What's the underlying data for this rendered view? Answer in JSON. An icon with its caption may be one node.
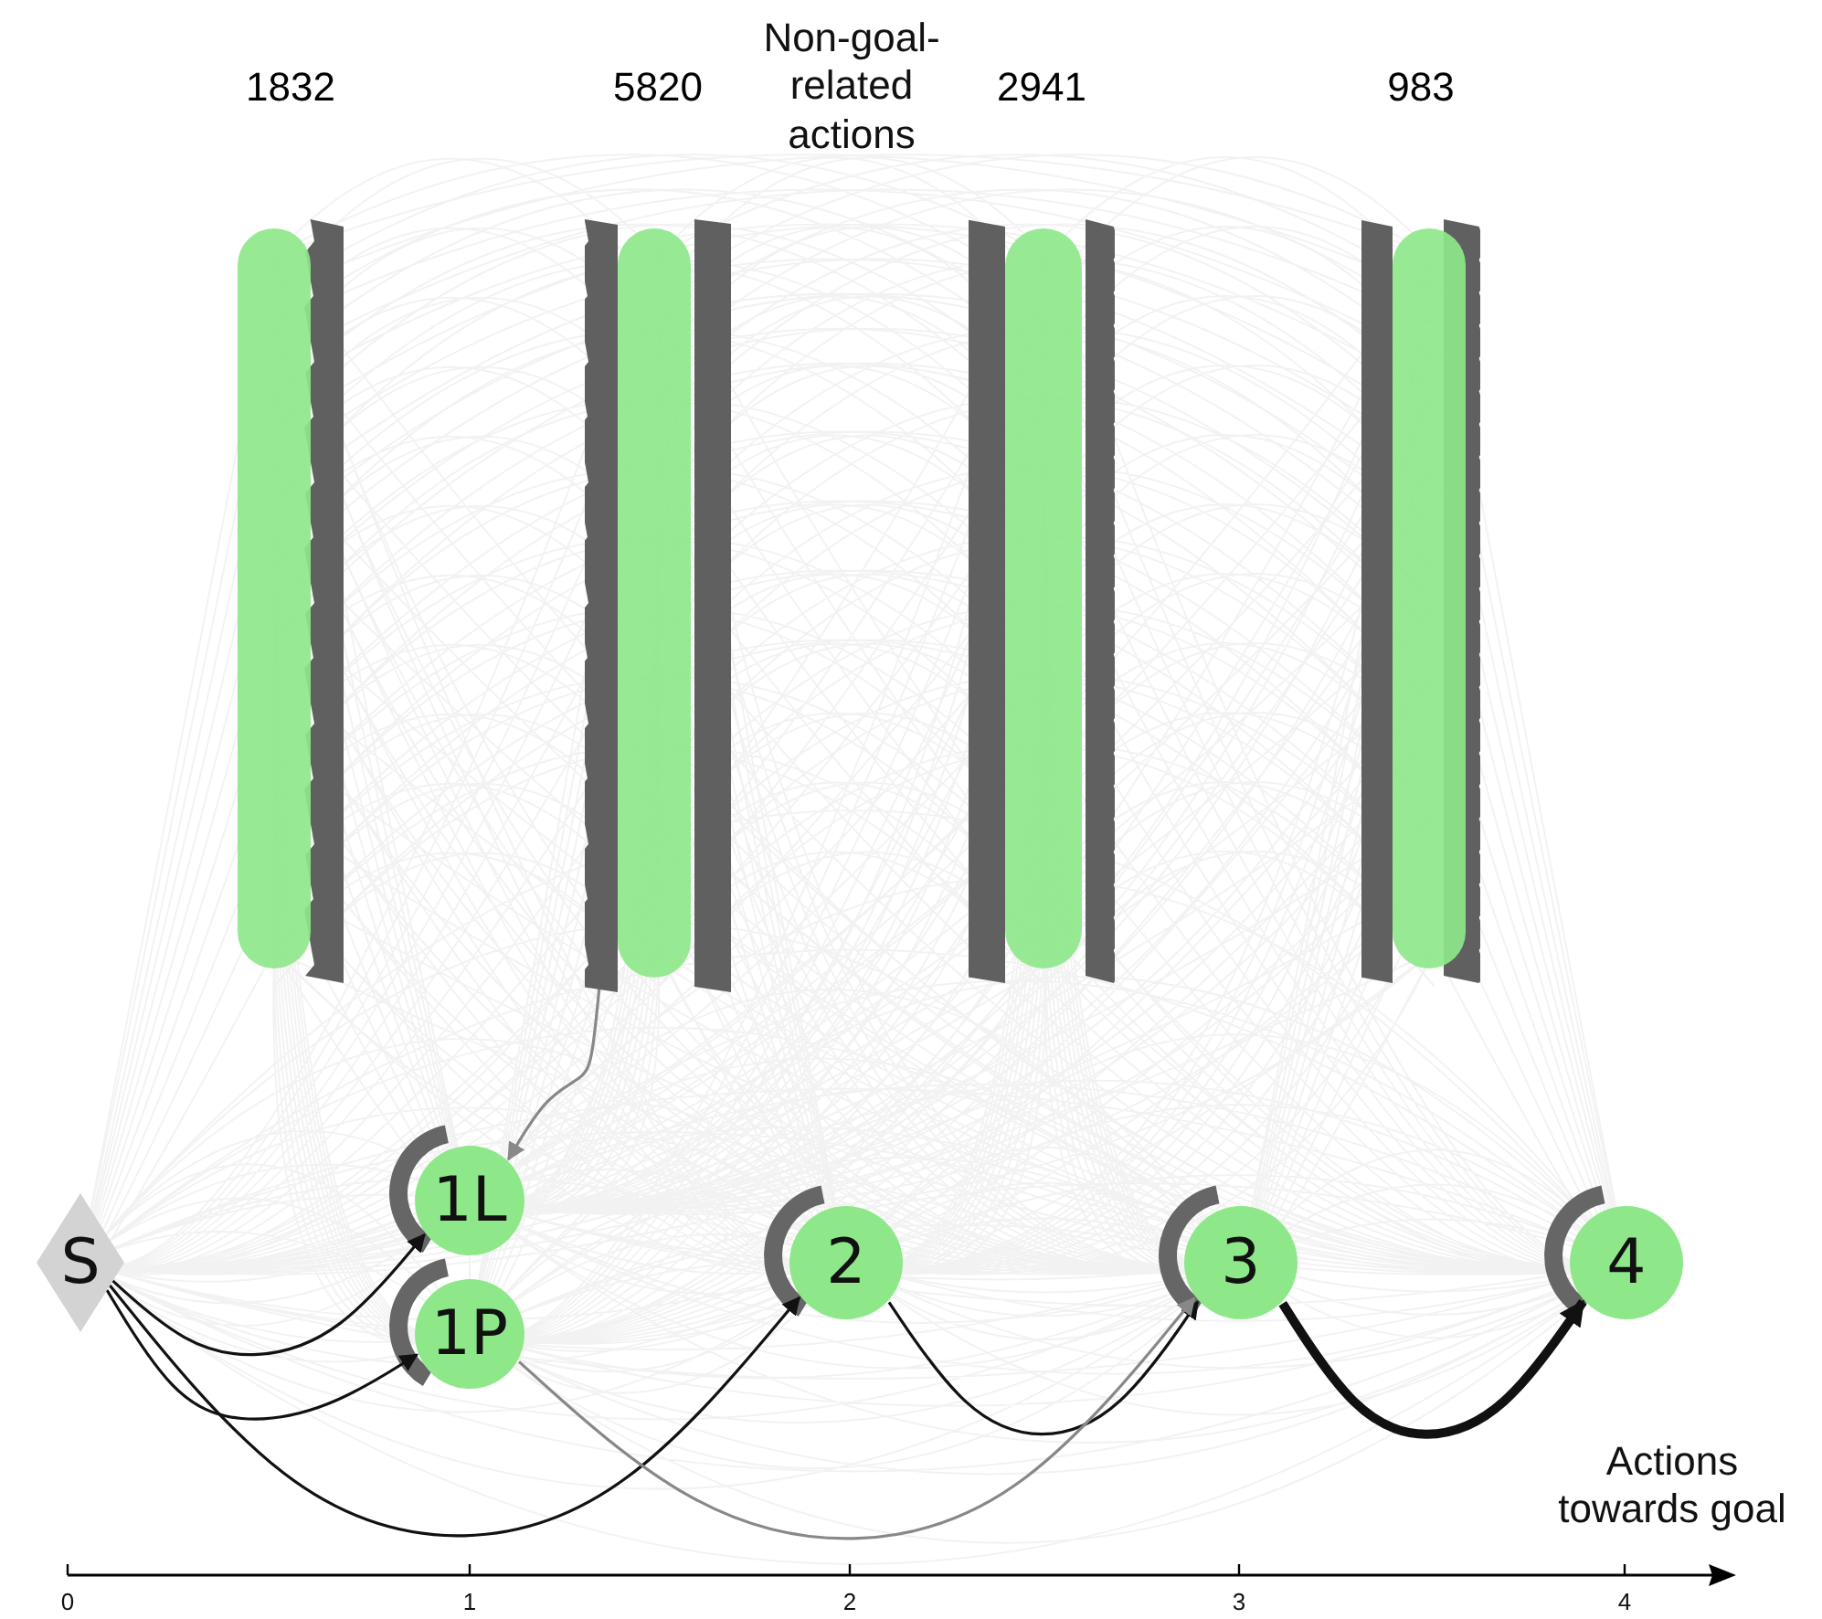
{
  "diagram": {
    "nodes": [
      {
        "text": [
          "1832"
        ]
      },
      {
        "text": [
          "5820"
        ]
      },
      {
        "text": [
          "2941"
        ]
      },
      {
        "text": [
          "983"
        ]
      },
      {
        "text": [
          "S"
        ]
      },
      {
        "text": [
          "1L"
        ]
      },
      {
        "text": [
          "1P"
        ]
      },
      {
        "text": [
          "2"
        ]
      },
      {
        "text": [
          "3"
        ]
      },
      {
        "text": [
          "4"
        ]
      }
    ],
    "edges": [
      {
        "from": 4,
        "to": 5,
        "arrow": "to"
      },
      {
        "from": 4,
        "to": 6,
        "arrow": "to"
      },
      {
        "from": 4,
        "to": 7,
        "arrow": "to"
      },
      {
        "from": 7,
        "to": 8,
        "arrow": "to"
      },
      {
        "from": 8,
        "to": 9,
        "arrow": "to",
        "style": "thick"
      },
      {
        "from": 6,
        "to": 8,
        "arrow": "to",
        "color": "#888888"
      },
      {
        "from": 1,
        "to": 5,
        "arrow": "to",
        "color": "#888888"
      }
    ],
    "labels": [
      "Non-goal-related actions",
      "Actions towards goal",
      "0",
      "1",
      "2",
      "3",
      "4"
    ]
  }
}
